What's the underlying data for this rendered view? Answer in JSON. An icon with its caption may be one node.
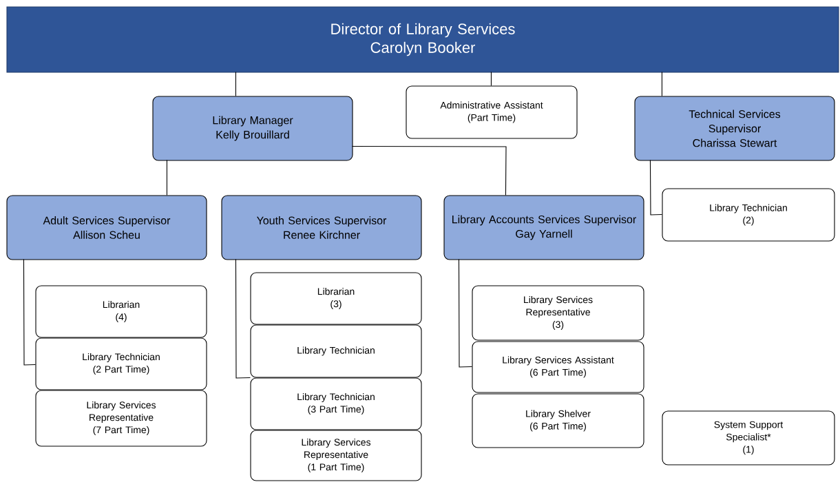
{
  "diagram": {
    "nodes": [
      {
        "text": [
          "Director of Library Services",
          "Carolyn Booker"
        ]
      },
      {
        "text": [
          "Library Manager",
          "Kelly Brouillard"
        ]
      },
      {
        "text": [
          "Administrative Assistant",
          "(Part Time)"
        ]
      },
      {
        "text": [
          "Technical Services Supervisor",
          "Charissa Stewart"
        ]
      },
      {
        "text": [
          "Adult Services Supervisor",
          "Allison Scheu"
        ]
      },
      {
        "text": [
          "Youth Services Supervisor",
          "Renee Kirchner"
        ]
      },
      {
        "text": [
          "Library Accounts Services Supervisor",
          "Gay Yarnell"
        ]
      },
      {
        "text": [
          "Library Technician",
          "(2)"
        ]
      },
      {
        "text": [
          "Librarian",
          "(4)"
        ]
      },
      {
        "text": [
          "Library Technician",
          "(2 Part Time)"
        ]
      },
      {
        "text": [
          "Library Services Representative",
          "(7 Part Time)"
        ]
      },
      {
        "text": [
          "Librarian",
          "(3)"
        ]
      },
      {
        "text": [
          "Library Technician"
        ]
      },
      {
        "text": [
          "Library Technician",
          "(3 Part Time)"
        ]
      },
      {
        "text": [
          "Library Services Representative",
          "(1 Part Time)"
        ]
      },
      {
        "text": [
          "Library Services Representative",
          "(3)"
        ]
      },
      {
        "text": [
          "Library Services Assistant",
          "(6 Part Time)"
        ]
      },
      {
        "text": [
          "Library Shelver",
          "(6 Part Time)"
        ]
      },
      {
        "text": [
          "System Support Specialist*",
          "(1)"
        ]
      }
    ],
    "edges": [
      {
        "from": 0,
        "to": 1,
        "arrow": "none"
      },
      {
        "from": 0,
        "to": 2,
        "arrow": "none"
      },
      {
        "from": 0,
        "to": 3,
        "arrow": "none"
      },
      {
        "from": 1,
        "to": 4,
        "arrow": "none"
      },
      {
        "from": 1,
        "to": 6,
        "arrow": "none"
      },
      {
        "from": 3,
        "to": 7,
        "arrow": "none"
      },
      {
        "from": 4,
        "to": 9,
        "arrow": "none"
      },
      {
        "from": 5,
        "to": 13,
        "arrow": "none"
      },
      {
        "from": 6,
        "to": 16,
        "arrow": "none"
      }
    ]
  }
}
